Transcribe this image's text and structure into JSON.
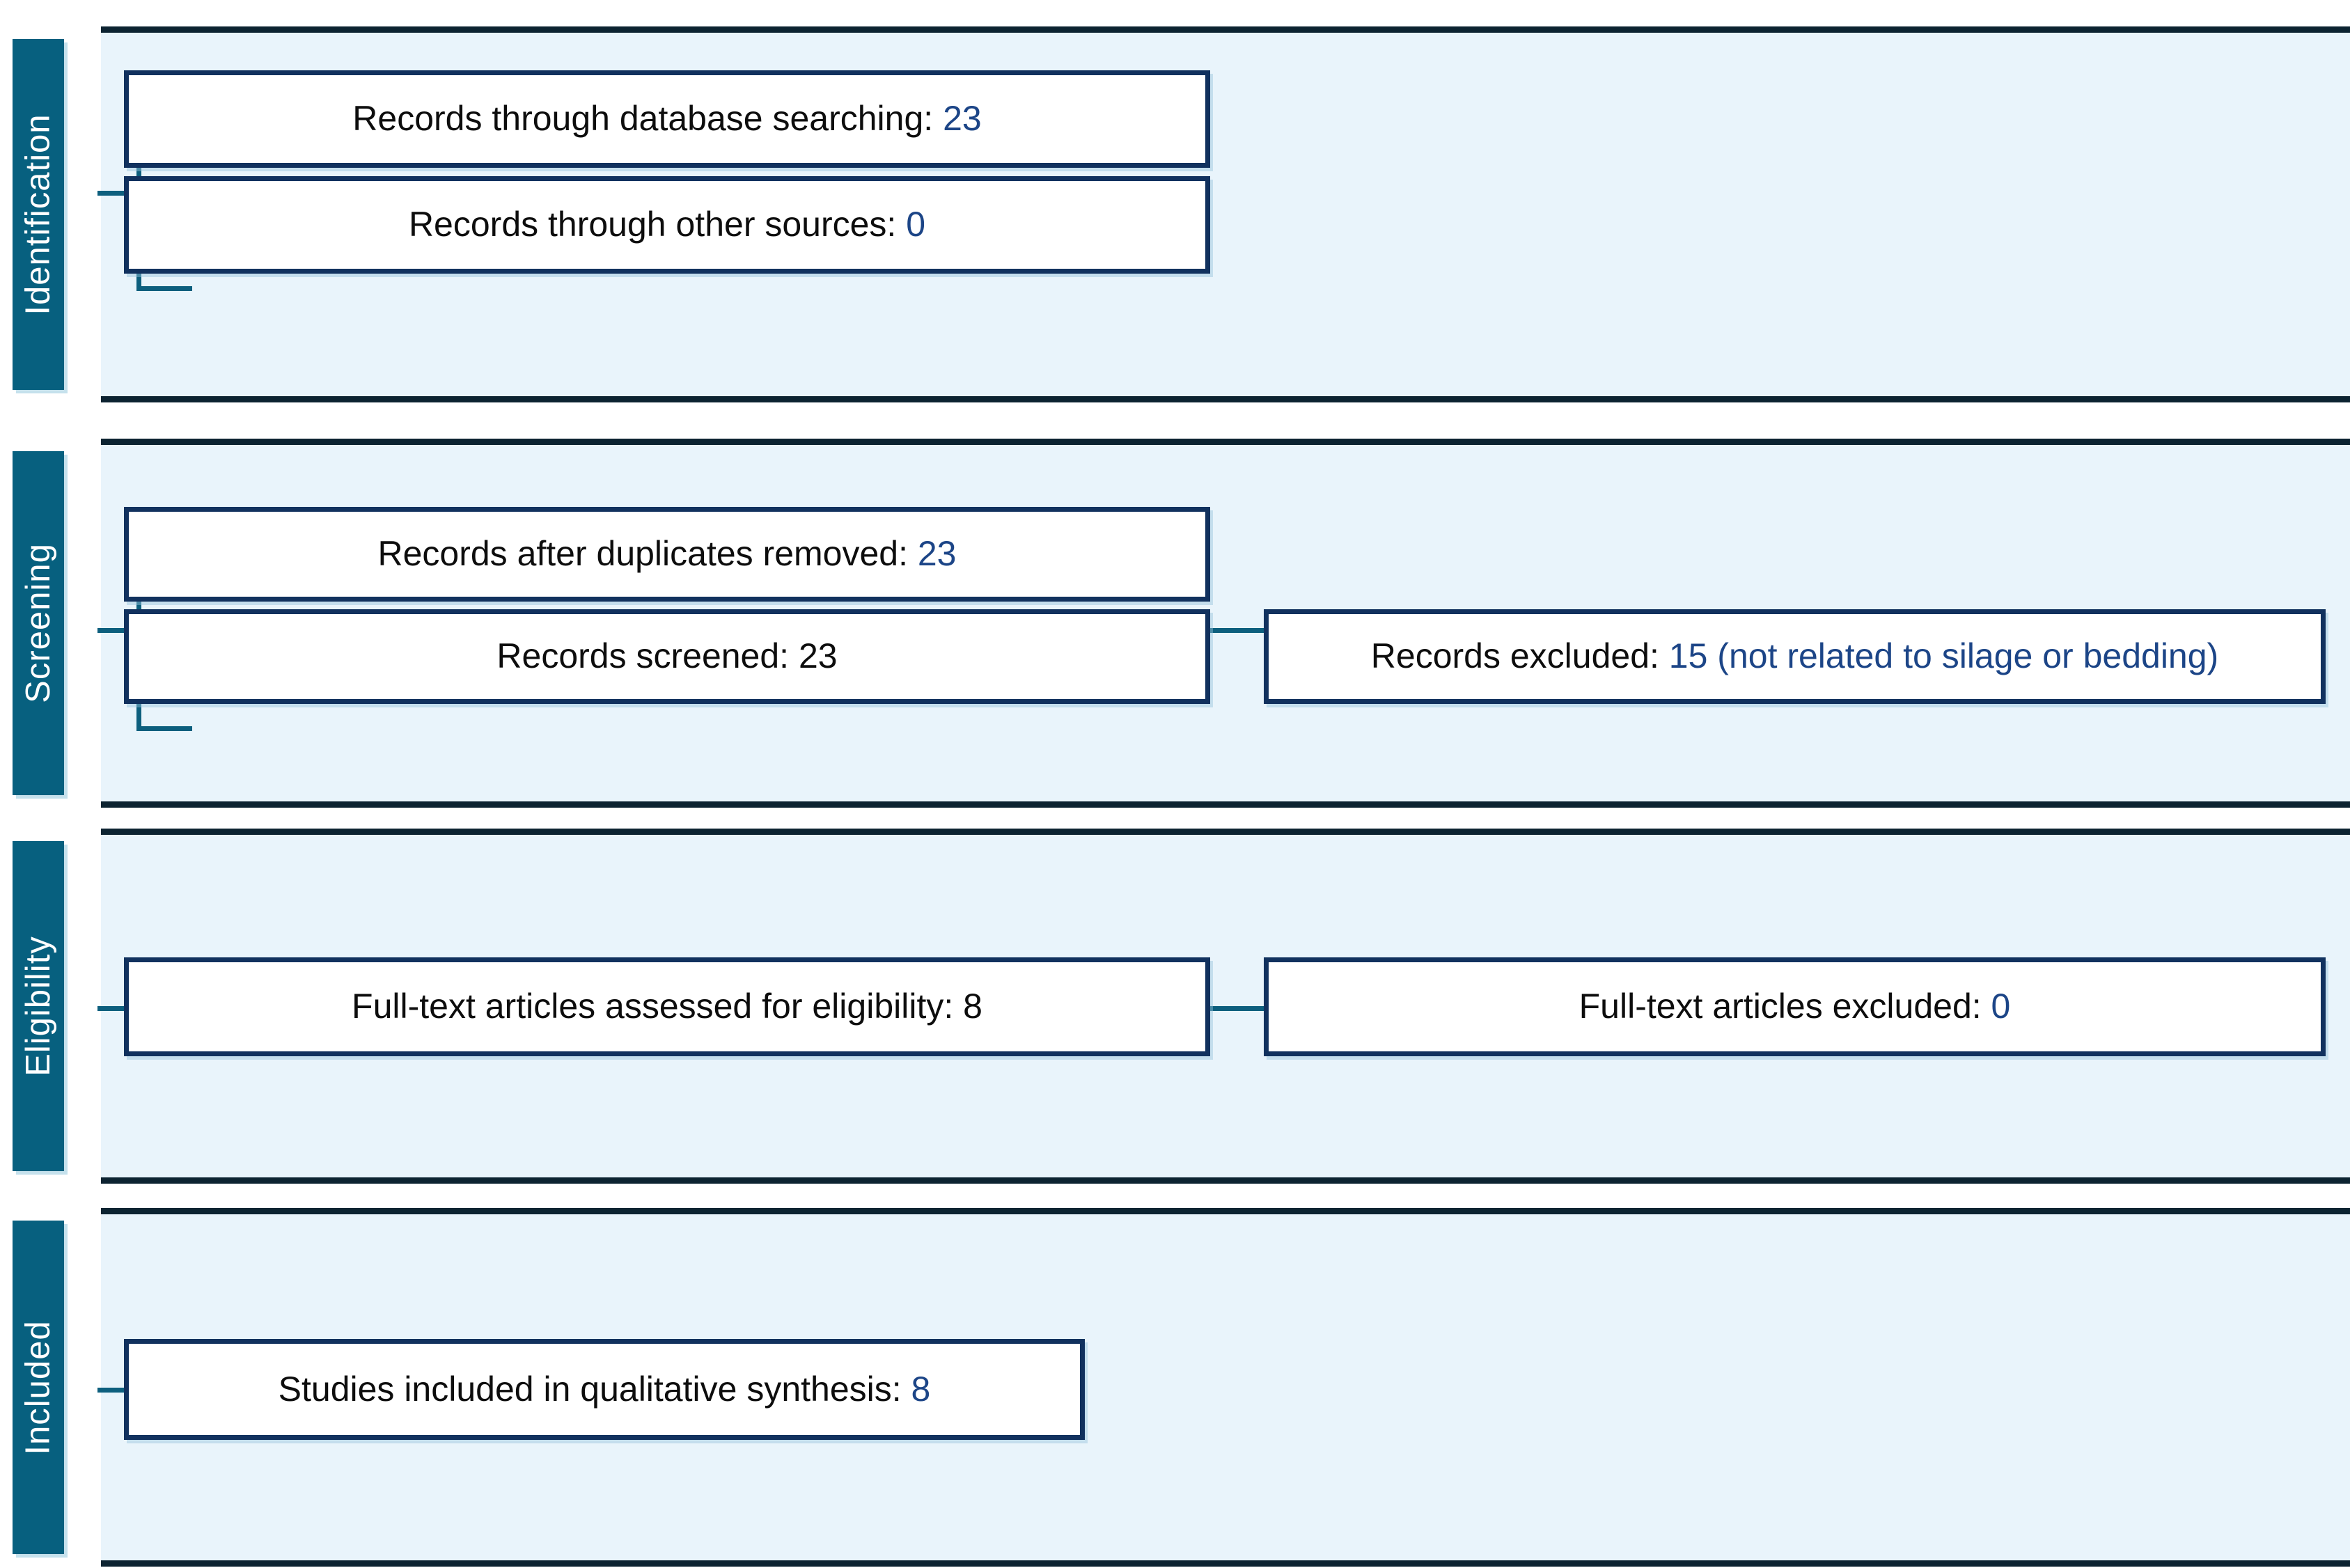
{
  "diagram": {
    "type": "prisma-flow-diagram",
    "title": "PRISMA flow diagram",
    "accent_color": "#07607f",
    "panel_background": "#e9f4fb",
    "box_border_color": "#11315e",
    "number_color": "#1c4587",
    "connector_color": "#0d5f7e"
  },
  "stages": [
    {
      "id": "identification",
      "label": "Identification",
      "boxes": [
        {
          "id": "db-searching",
          "prefix": "Records through database searching: ",
          "value": "23"
        },
        {
          "id": "other-sources",
          "prefix": "Records through other sources: ",
          "value": "0"
        }
      ]
    },
    {
      "id": "screening",
      "label": "Screening",
      "boxes": [
        {
          "id": "after-duplicates",
          "prefix": "Records after duplicates removed: ",
          "value": "23"
        },
        {
          "id": "records-screened",
          "prefix": "Records screened: 23",
          "value": ""
        },
        {
          "id": "records-excluded",
          "prefix": "Records excluded: ",
          "value": "15 (not related to silage or bedding)"
        }
      ]
    },
    {
      "id": "eligibility",
      "label": "Eligibility",
      "boxes": [
        {
          "id": "fulltext-assessed",
          "prefix": "Full-text articles assessed for eligibility: 8",
          "value": ""
        },
        {
          "id": "fulltext-excluded",
          "prefix": "Full-text articles excluded: ",
          "value": "0"
        }
      ]
    },
    {
      "id": "included",
      "label": "Included",
      "boxes": [
        {
          "id": "studies-included",
          "prefix": "Studies included in qualitative synthesis: ",
          "value": "8"
        }
      ]
    }
  ]
}
